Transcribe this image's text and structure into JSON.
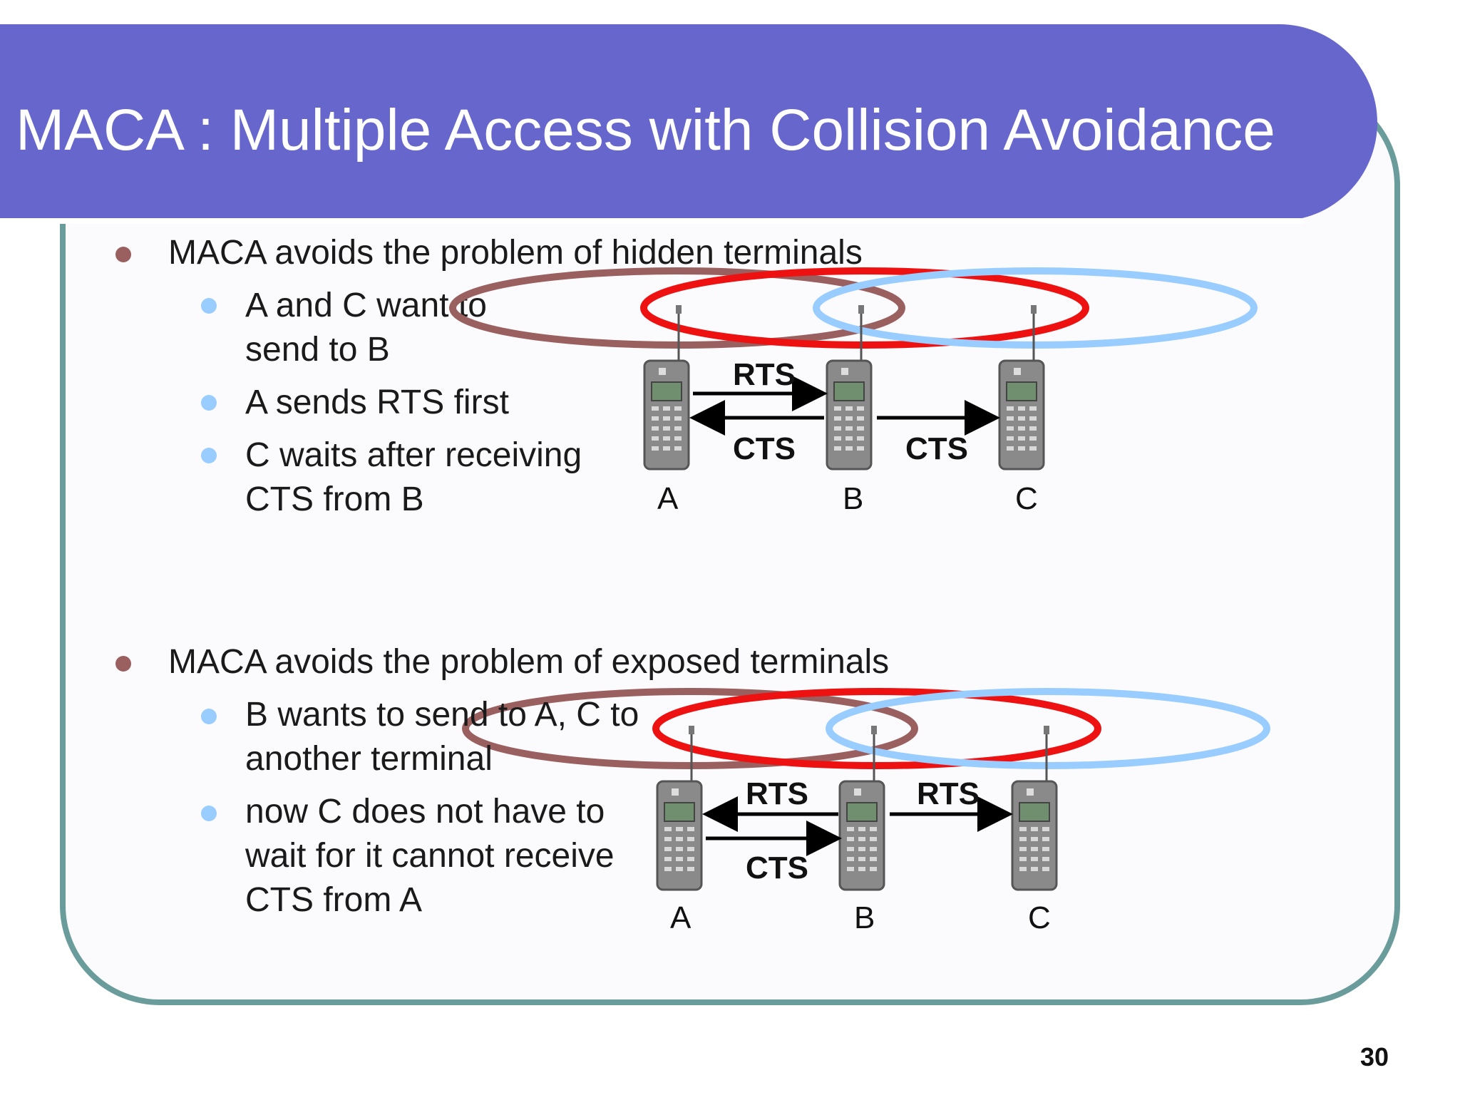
{
  "title": "MACA : Multiple Access with Collision Avoidance",
  "section1": {
    "heading": "MACA avoids the problem of hidden terminals",
    "points": [
      "A and C want to send to B",
      "A sends RTS first",
      "C waits after receiving CTS from B"
    ],
    "diagram": {
      "labels": {
        "rts": "RTS",
        "cts_ab": "CTS",
        "cts_bc": "CTS"
      },
      "nodes": [
        "A",
        "B",
        "C"
      ]
    }
  },
  "section2": {
    "heading": "MACA avoids the problem of exposed terminals",
    "points": [
      "B wants to send to A, C to another terminal",
      "now C does not have to wait for it cannot receive CTS from A"
    ],
    "diagram": {
      "labels": {
        "rts_ba": "RTS",
        "rts_bc": "RTS",
        "cts": "CTS"
      },
      "nodes": [
        "A",
        "B",
        "C"
      ]
    }
  },
  "page_number": "30",
  "colors": {
    "title_bar": "#6666cc",
    "frame": "#6a9c9c",
    "range_a": "#9a6060",
    "range_b": "#ee1111",
    "range_c": "#99ccff",
    "bullet_l1": "#9a6060",
    "bullet_l2": "#99ccff"
  },
  "icons": [
    "mobile-phone-icon"
  ]
}
